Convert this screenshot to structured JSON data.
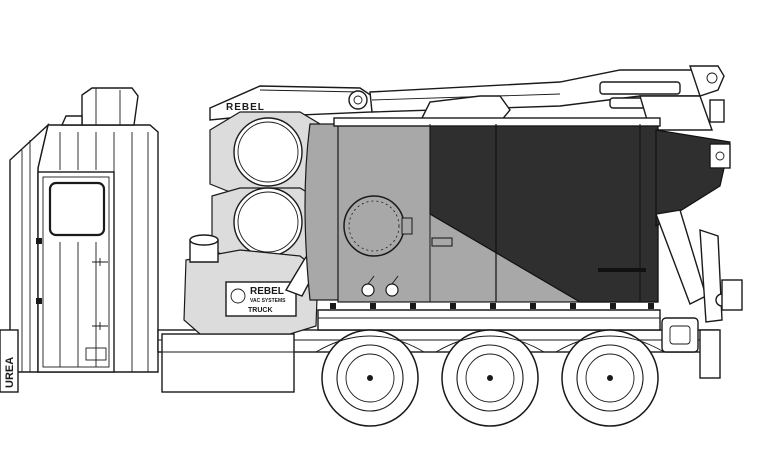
{
  "drawing": {
    "urea_label": "UREA",
    "brand_label_boom": "REBEL",
    "brand_label_blower": "REBEL",
    "blower_sub_label": "VAC SYSTEMS",
    "blower_small_text": "TRUCK",
    "colors": {
      "line": "#1a1a1a",
      "background": "#ffffff",
      "tank_dark": "#2f2f2f",
      "tank_mid": "#a8a8a8",
      "light_fill": "#dcdcdc"
    }
  }
}
